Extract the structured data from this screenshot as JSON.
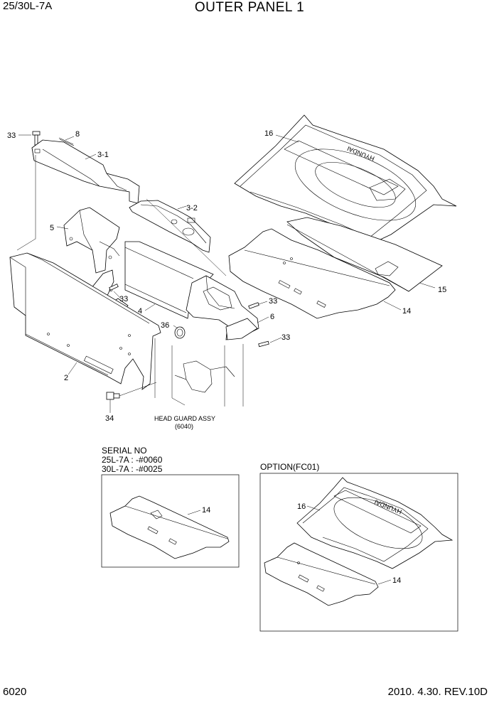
{
  "header": {
    "model": "25/30L-7A",
    "title": "OUTER PANEL 1"
  },
  "footer": {
    "page_number": "6020",
    "revision": "2010. 4.30.  REV.10D"
  },
  "callouts": {
    "c33a": "33",
    "c8": "8",
    "c3_1": "3-1",
    "c3_2": "3-2",
    "c5": "5",
    "c33b": "33",
    "c4": "4",
    "c36": "36",
    "c2": "2",
    "c34": "34",
    "c16": "16",
    "c15": "15",
    "c14": "14",
    "c33c": "33",
    "c6": "6",
    "c33d": "33",
    "c14_serial": "14",
    "c16_option": "16",
    "c14_option": "14"
  },
  "reference": {
    "head_guard_line1": "HEAD GUARD ASSY",
    "head_guard_line2": "(6040)"
  },
  "serial_box": {
    "title": "SERIAL NO",
    "line1": "25L-7A : -#0060",
    "line2": "30L-7A : -#0025"
  },
  "option_box": {
    "title": "OPTION(FC01)"
  },
  "mat_brand_text": "HYUNDAI"
}
